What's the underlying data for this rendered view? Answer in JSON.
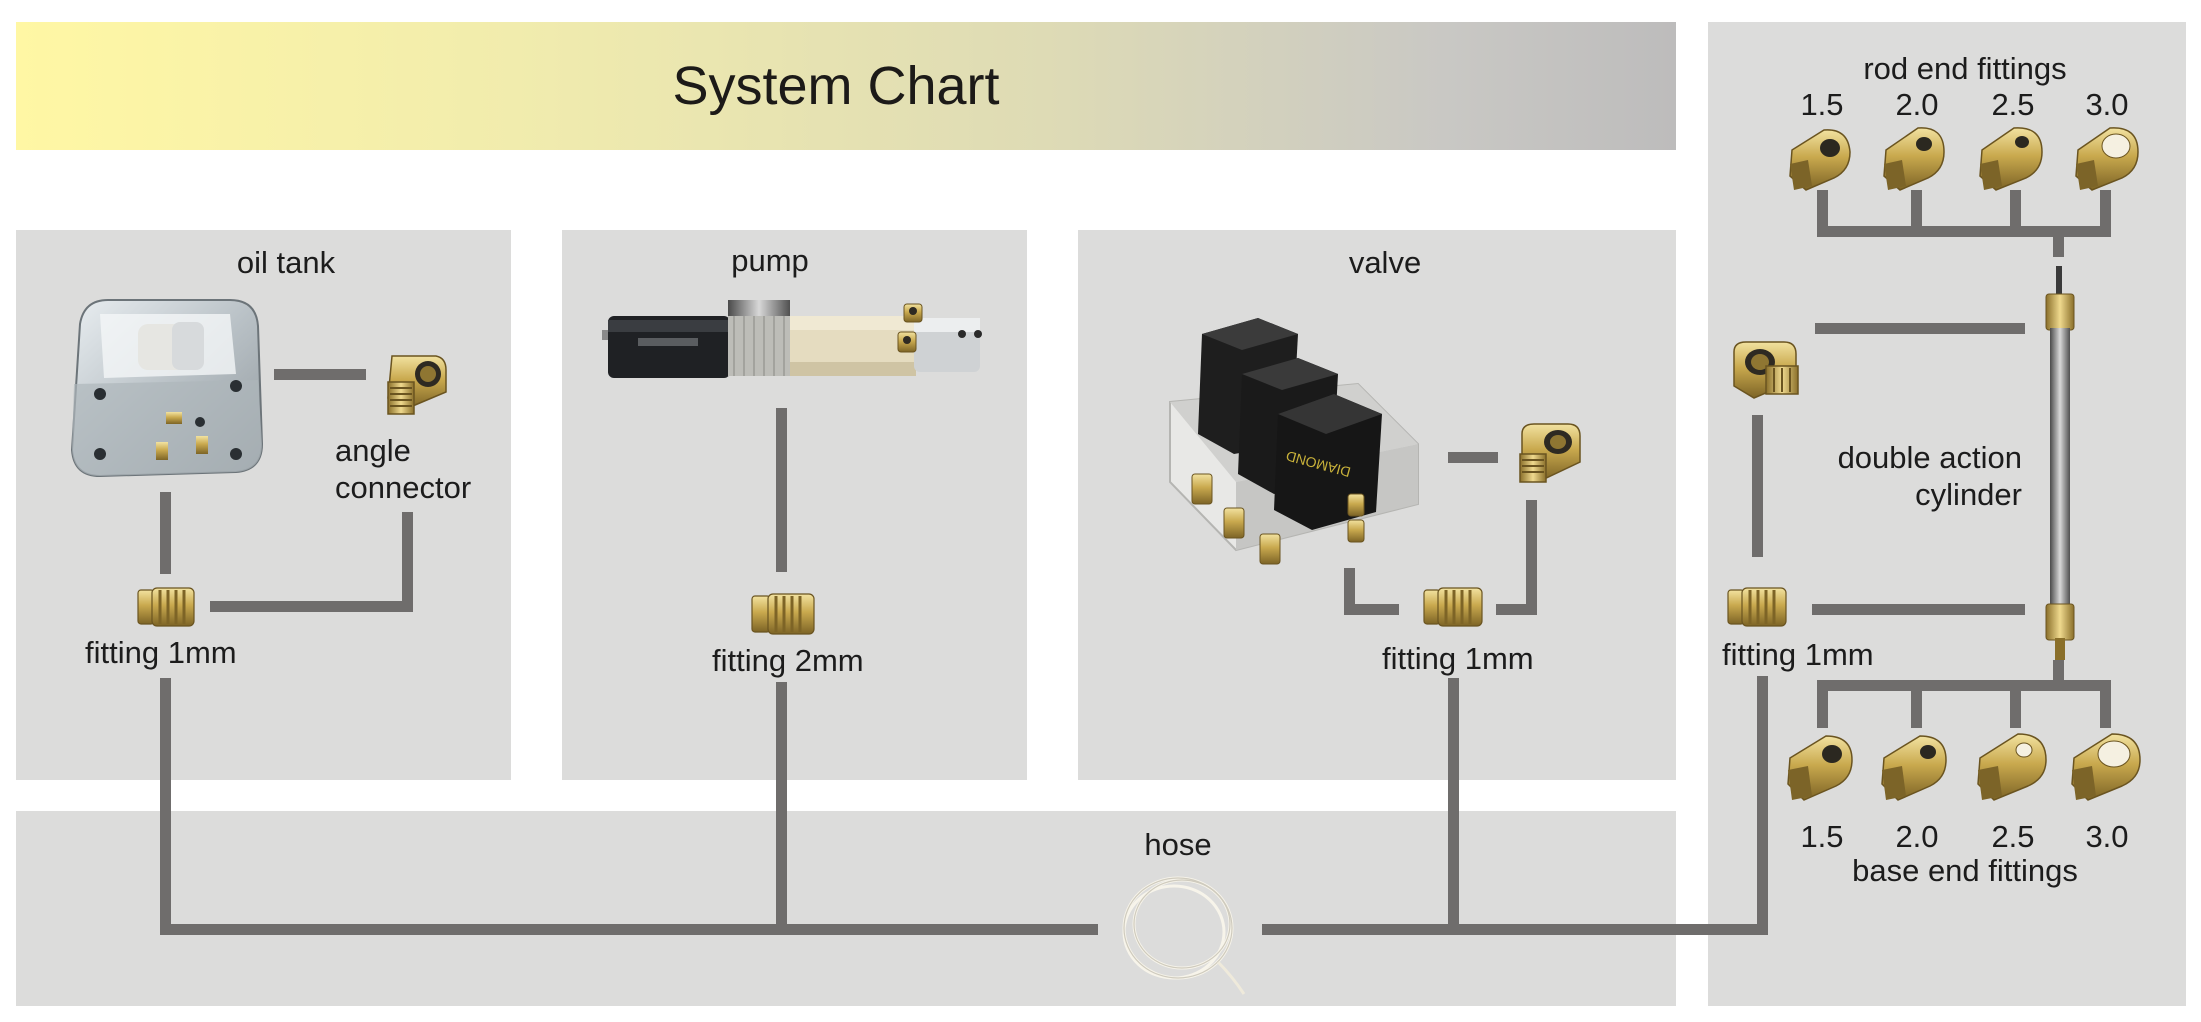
{
  "title": "System Chart",
  "colors": {
    "panel": "#dcdcdb",
    "connector": "#6f6d6c",
    "banner_start": "#fff7a4",
    "banner_end": "#bdbcbc",
    "brass": "#c9a94e"
  },
  "components": {
    "oil_tank": {
      "label": "oil tank",
      "connector_label": [
        "angle",
        "connector"
      ],
      "fitting_label": "fitting 1mm"
    },
    "pump": {
      "label": "pump",
      "fitting_label": "fitting 2mm"
    },
    "valve": {
      "label": "valve",
      "fitting_label": "fitting 1mm"
    },
    "hose": {
      "label": "hose"
    },
    "cylinder": {
      "label": [
        "double action",
        "cylinder"
      ],
      "fitting_label": "fitting 1mm",
      "rod_end_label": "rod end fittings",
      "base_end_label": "base end fittings",
      "rod_sizes": [
        "1.5",
        "2.0",
        "2.5",
        "3.0"
      ],
      "base_sizes": [
        "1.5",
        "2.0",
        "2.5",
        "3.0"
      ]
    }
  },
  "icons": [
    "oil-tank-icon",
    "angle-connector-icon",
    "fitting-icon",
    "pump-icon",
    "valve-icon",
    "hose-icon",
    "cylinder-icon",
    "rod-end-fitting-icon"
  ]
}
